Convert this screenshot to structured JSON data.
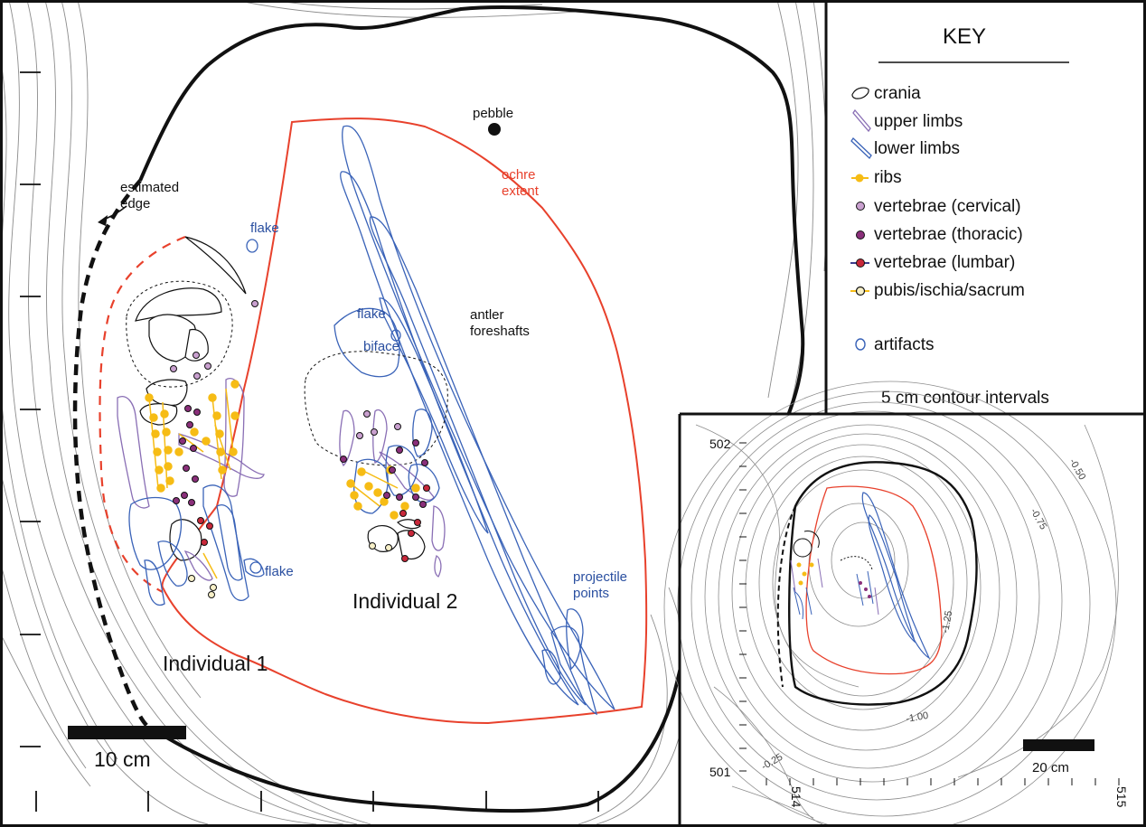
{
  "colors": {
    "ochre": "#e8412c",
    "artifact_blue": "#2a4fa0",
    "upper_limb_purple": "#8a6fb5",
    "lower_limb_blue": "#3a63b8",
    "rib_yellow": "#f6bc15",
    "cervical": "#c9a0cf",
    "thoracic": "#8a2f7a",
    "lumbar": "#c8283a",
    "pubis": "#f7f0c8"
  },
  "main_map": {
    "labels": {
      "pebble": "pebble",
      "ochre_extent": "ochre\nextent",
      "estimated_edge": "estimated\nedge",
      "flake_1": "flake",
      "flake_2": "flake",
      "flake_3": "flake",
      "biface": "biface",
      "antler_foreshafts": "antler\nforeshafts",
      "projectile_points": "projectile\npoints",
      "individual_1": "Individual 1",
      "individual_2": "Individual 2"
    },
    "scale_bar": {
      "label": "10 cm"
    }
  },
  "key": {
    "title": "KEY",
    "items": [
      {
        "label": "crania",
        "icon": "cranium-icon"
      },
      {
        "label": "upper limbs",
        "icon": "upper-limb-icon"
      },
      {
        "label": "lower limbs",
        "icon": "lower-limb-icon"
      },
      {
        "label": "ribs",
        "icon": "rib-icon"
      },
      {
        "label": "vertebrae (cervical)",
        "icon": "cervical-vertebra-icon"
      },
      {
        "label": "vertebrae (thoracic)",
        "icon": "thoracic-vertebra-icon"
      },
      {
        "label": "vertebrae (lumbar)",
        "icon": "lumbar-vertebra-icon"
      },
      {
        "label": "pubis/ischia/sacrum",
        "icon": "pubis-icon"
      },
      {
        "label": "artifacts",
        "icon": "artifact-icon"
      }
    ],
    "contour_note": "5 cm contour intervals"
  },
  "inset_map": {
    "y_labels": [
      "502",
      "501"
    ],
    "x_labels": [
      "514",
      "515"
    ],
    "contour_labels": [
      "-0.50",
      "-0.75",
      "-1.25",
      "-1.00",
      "-0.25"
    ],
    "scale_bar": {
      "label": "20 cm"
    }
  }
}
